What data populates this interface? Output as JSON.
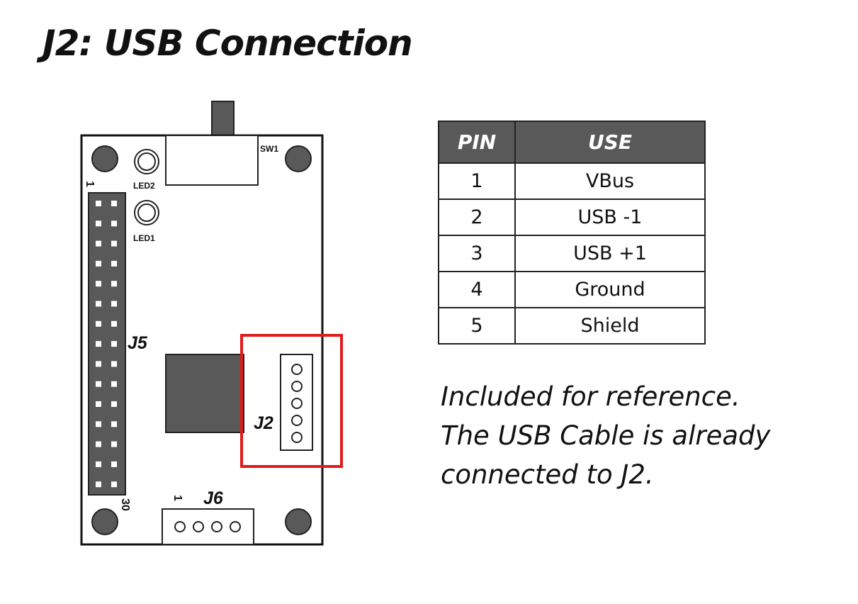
{
  "title": "J2: USB Connection",
  "board": {
    "sw1_label": "SW1",
    "led2_label": "LED2",
    "led1_label": "LED1",
    "j5_label": "J5",
    "j5_pin_first": "1",
    "j5_pin_last": "30",
    "j2_label": "J2",
    "j6_label": "J6",
    "j6_pin_first": "1",
    "highlight_color": "#e01b1b",
    "component_color": "#595959"
  },
  "table": {
    "headers": {
      "pin": "PIN",
      "use": "USE"
    },
    "rows": [
      {
        "pin": "1",
        "use": "VBus"
      },
      {
        "pin": "2",
        "use": "USB -1"
      },
      {
        "pin": "3",
        "use": "USB +1"
      },
      {
        "pin": "4",
        "use": "Ground"
      },
      {
        "pin": "5",
        "use": "Shield"
      }
    ]
  },
  "note": {
    "line1": "Included for reference.",
    "line2": "The USB Cable is already",
    "line3": "connected to J2."
  }
}
